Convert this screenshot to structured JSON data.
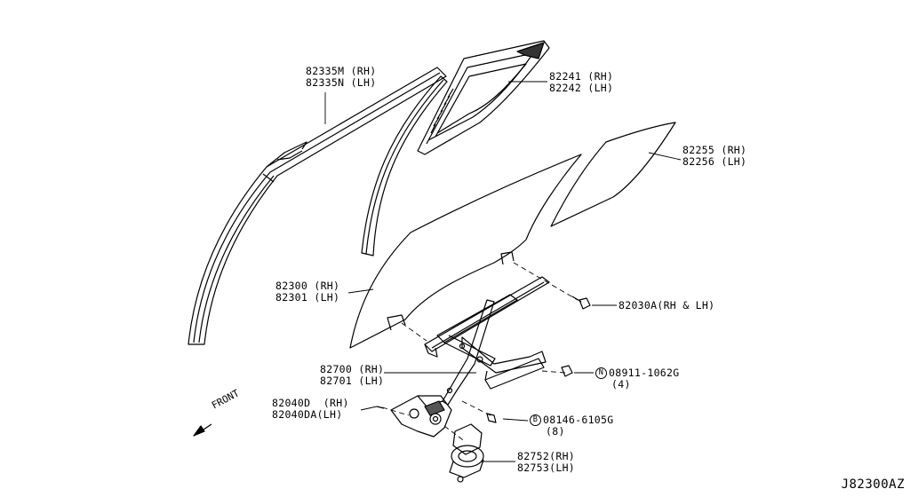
{
  "diagram_code": "J82300AZ",
  "front_label": "FRONT",
  "callouts": {
    "molding": {
      "line1": "82335M (RH)",
      "line2": "82335N (LH)"
    },
    "partition_glass": {
      "line1": "82241 (RH)",
      "line2": "82242 (LH)"
    },
    "quarter_glass": {
      "line1": "82255 (RH)",
      "line2": "82256 (LH)"
    },
    "door_glass": {
      "line1": "82300 (RH)",
      "line2": "82301 (LH)"
    },
    "bolt": {
      "line1": "82030A(RH & LH)"
    },
    "regulator": {
      "line1": "82700 (RH)",
      "line2": "82701 (LH)"
    },
    "nut": {
      "badge": "N",
      "line1": "08911-1062G",
      "line2": "(4)"
    },
    "regulator_bracket": {
      "line1": "82040D  (RH)",
      "line2": "82040DA(LH)"
    },
    "bolt_b": {
      "badge": "B",
      "line1": "08146-6105G",
      "line2": "(8)"
    },
    "motor": {
      "line1": "82752(RH)",
      "line2": "82753(LH)"
    }
  }
}
